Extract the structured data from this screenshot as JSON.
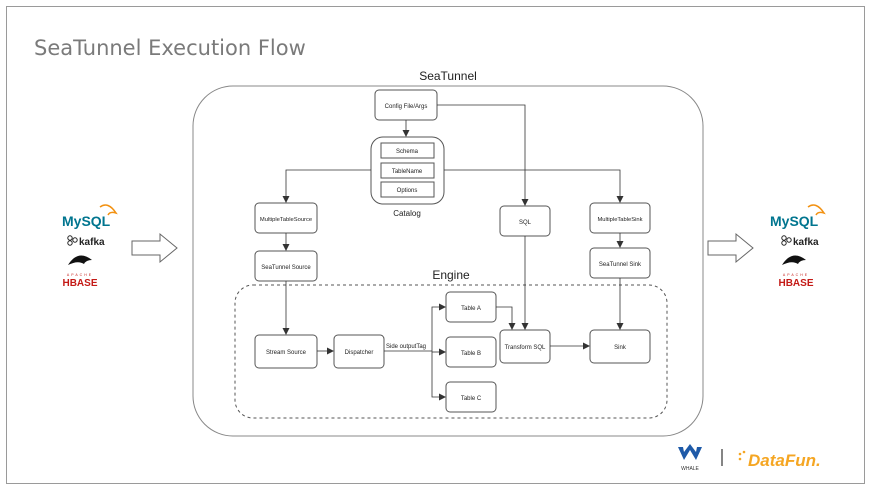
{
  "slide": {
    "title": "SeaTunnel Execution Flow"
  },
  "diagram": {
    "outer_label": "SeaTunnel",
    "engine_label": "Engine",
    "catalog_label": "Catalog",
    "side_output_label": "Side outputTag",
    "nodes": {
      "config": "Config File/Args",
      "schema": "Schema",
      "tablename": "TableName",
      "options": "Options",
      "mts": "MultipleTableSource",
      "sql": "SQL",
      "mtsink": "MultipleTableSink",
      "st_source": "SeaTunnel Source",
      "st_sink": "SeaTunnel Sink",
      "stream_source": "Stream Source",
      "dispatcher": "Dispatcher",
      "table_a": "Table A",
      "table_b": "Table B",
      "table_c": "Table C",
      "transform_sql": "Transform SQL",
      "sink": "Sink"
    }
  },
  "logos": {
    "mysql": "MySQL",
    "kafka": "kafka",
    "hbase_top": "APACHE",
    "hbase": "HBASE",
    "whale": "WHALE",
    "datafun": "DataFun."
  },
  "colors": {
    "mysql_blue": "#00758f",
    "mysql_orange": "#f29111",
    "hbase_red": "#c41a16",
    "datafun_orange": "#f5a623",
    "whale_blue": "#1e5aa8"
  }
}
